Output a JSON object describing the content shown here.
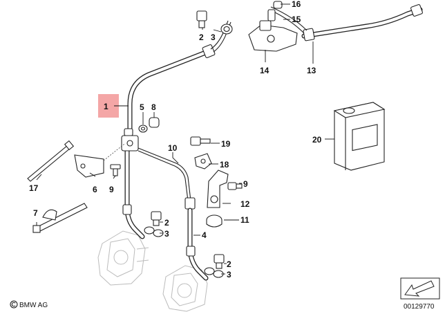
{
  "labels": {
    "p1": "1",
    "p2a": "2",
    "p2b": "2",
    "p3a": "3",
    "p3b": "3",
    "p3c": "3",
    "p4": "4",
    "p5": "5",
    "p6": "6",
    "p7": "7",
    "p8": "8",
    "p9a": "9",
    "p9b": "9",
    "p10": "10",
    "p11": "11",
    "p12": "12",
    "p13": "13",
    "p14": "14",
    "p15": "15",
    "p16": "16",
    "p17": "17",
    "p18": "18",
    "p19": "19",
    "p20": "20"
  },
  "footer": {
    "brand": "BMW AG",
    "diagram_number": "00129770"
  },
  "colors": {
    "highlight": "#f4a6a6",
    "line": "#222222",
    "ghost": "#bbbbbb"
  },
  "icons": {
    "copyright": "copyright-icon",
    "direction": "arrow-icon"
  }
}
